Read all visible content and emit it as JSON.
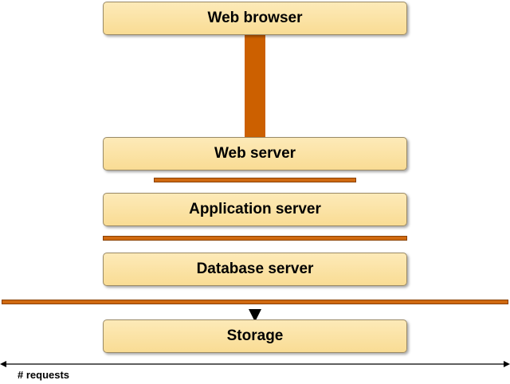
{
  "layers": {
    "web_browser": "Web browser",
    "web_server": "Web server",
    "application_server": "Application server",
    "database_server": "Database server",
    "storage": "Storage"
  },
  "axis": {
    "label": "# requests"
  },
  "colors": {
    "box_fill": "#f9dc94",
    "pipe": "#cc6000",
    "bar": "#d06a10",
    "flow": "#000000"
  }
}
